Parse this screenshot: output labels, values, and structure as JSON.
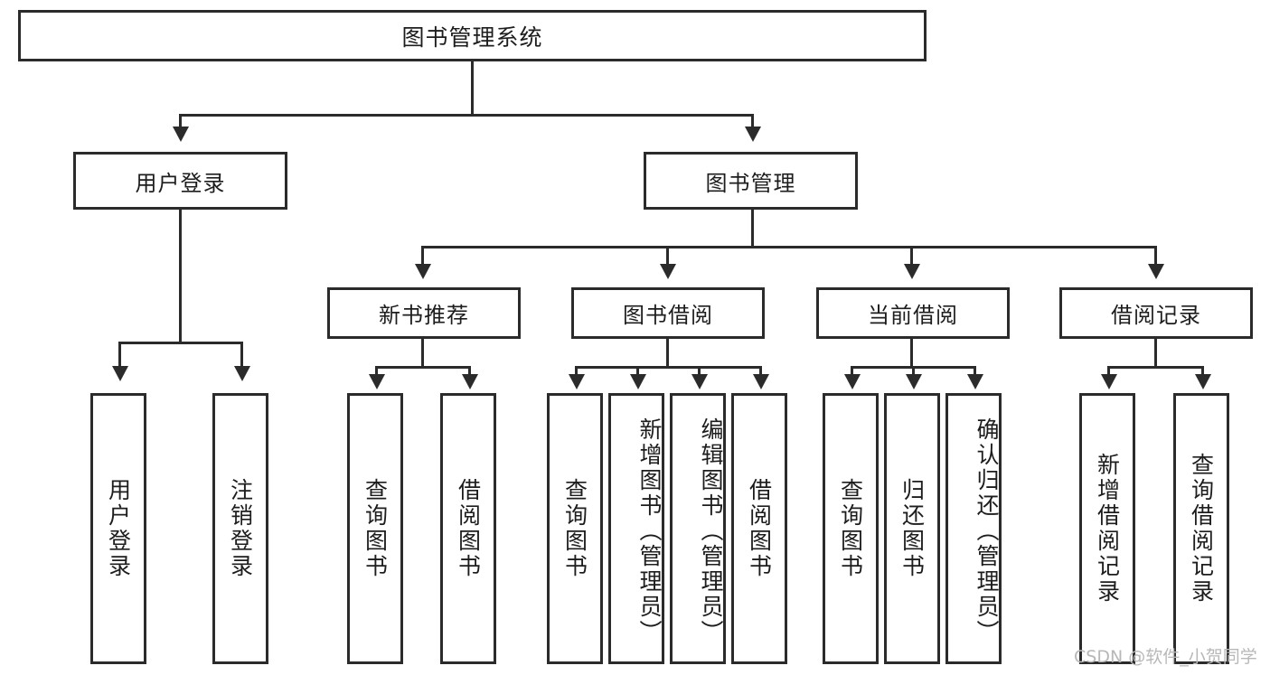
{
  "diagram": {
    "title": "图书管理系统",
    "type": "hierarchy-tree",
    "root": {
      "label": "图书管理系统"
    },
    "level2": [
      {
        "label": "用户登录"
      },
      {
        "label": "图书管理"
      }
    ],
    "level3": [
      {
        "label": "新书推荐"
      },
      {
        "label": "图书借阅"
      },
      {
        "label": "当前借阅"
      },
      {
        "label": "借阅记录"
      }
    ],
    "leaves": {
      "user_login": [
        {
          "label": "用户登录"
        },
        {
          "label": "注销登录"
        }
      ],
      "new_book_recommend": [
        {
          "label": "查询图书"
        },
        {
          "label": "借阅图书"
        }
      ],
      "book_borrow": [
        {
          "label": "查询图书"
        },
        {
          "label": "新增图书（管理员）"
        },
        {
          "label": "编辑图书（管理员）"
        },
        {
          "label": "借阅图书"
        }
      ],
      "current_borrow": [
        {
          "label": "查询图书"
        },
        {
          "label": "归还图书"
        },
        {
          "label": "确认归还（管理员）"
        }
      ],
      "borrow_record": [
        {
          "label": "新增借阅记录"
        },
        {
          "label": "查询借阅记录"
        }
      ]
    }
  },
  "watermark": {
    "text": "CSDN @软件_小贺同学"
  },
  "colors": {
    "stroke": "#2b2b2b",
    "fill": "#ffffff",
    "text": "#1d1d1d",
    "watermark": "#b8b8b8"
  }
}
